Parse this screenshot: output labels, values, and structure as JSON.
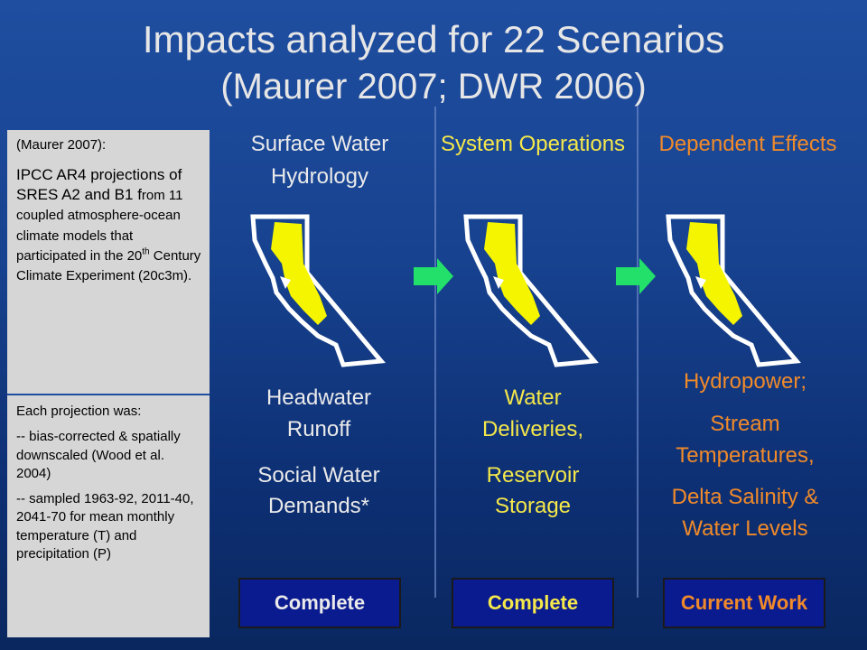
{
  "title": {
    "main": "Impacts analyzed for 22 Scenarios",
    "sub": "(Maurer 2007; DWR 2006)"
  },
  "sidebar": {
    "box1": {
      "head": "(Maurer 2007):",
      "line1": "IPCC AR4 projections of SRES A2 and B1 f",
      "line1_small": "rom 11 coupled atmosphere-ocean climate models that participated in the 20",
      "sup": "th",
      "line1_end": " Century Climate Experiment (20c3m)."
    },
    "box2": {
      "p1": "Each projection was:",
      "p2": "-- bias-corrected & spatially downscaled (Wood et al. 2004)",
      "p3": "-- sampled 1963-92, 2011-40, 2041-70 for mean monthly temperature (T) and precipitation (P)"
    }
  },
  "columns": [
    {
      "title": "Surface Water Hydrology",
      "items": [
        "Headwater Runoff",
        "Social Water Demands*"
      ],
      "status": "Complete"
    },
    {
      "title": "System Operations",
      "items": [
        "Water Deliveries,",
        "Reservoir Storage"
      ],
      "status": "Complete"
    },
    {
      "title": "Dependent Effects",
      "items": [
        "Hydropower;",
        "Stream Temperatures,",
        "Delta Salinity & Water Levels"
      ],
      "status": "Current Work"
    }
  ],
  "colors": {
    "background": "#1f4ea0",
    "white_text": "#eaeaea",
    "yellow_text": "#f5e84a",
    "orange_text": "#f08a2a",
    "status_box": "#0a1a8f",
    "arrow": "#22e06a",
    "map_fill": "#f5f500"
  },
  "icons": {
    "map": "california-map-icon",
    "arrow": "right-arrow-icon"
  }
}
